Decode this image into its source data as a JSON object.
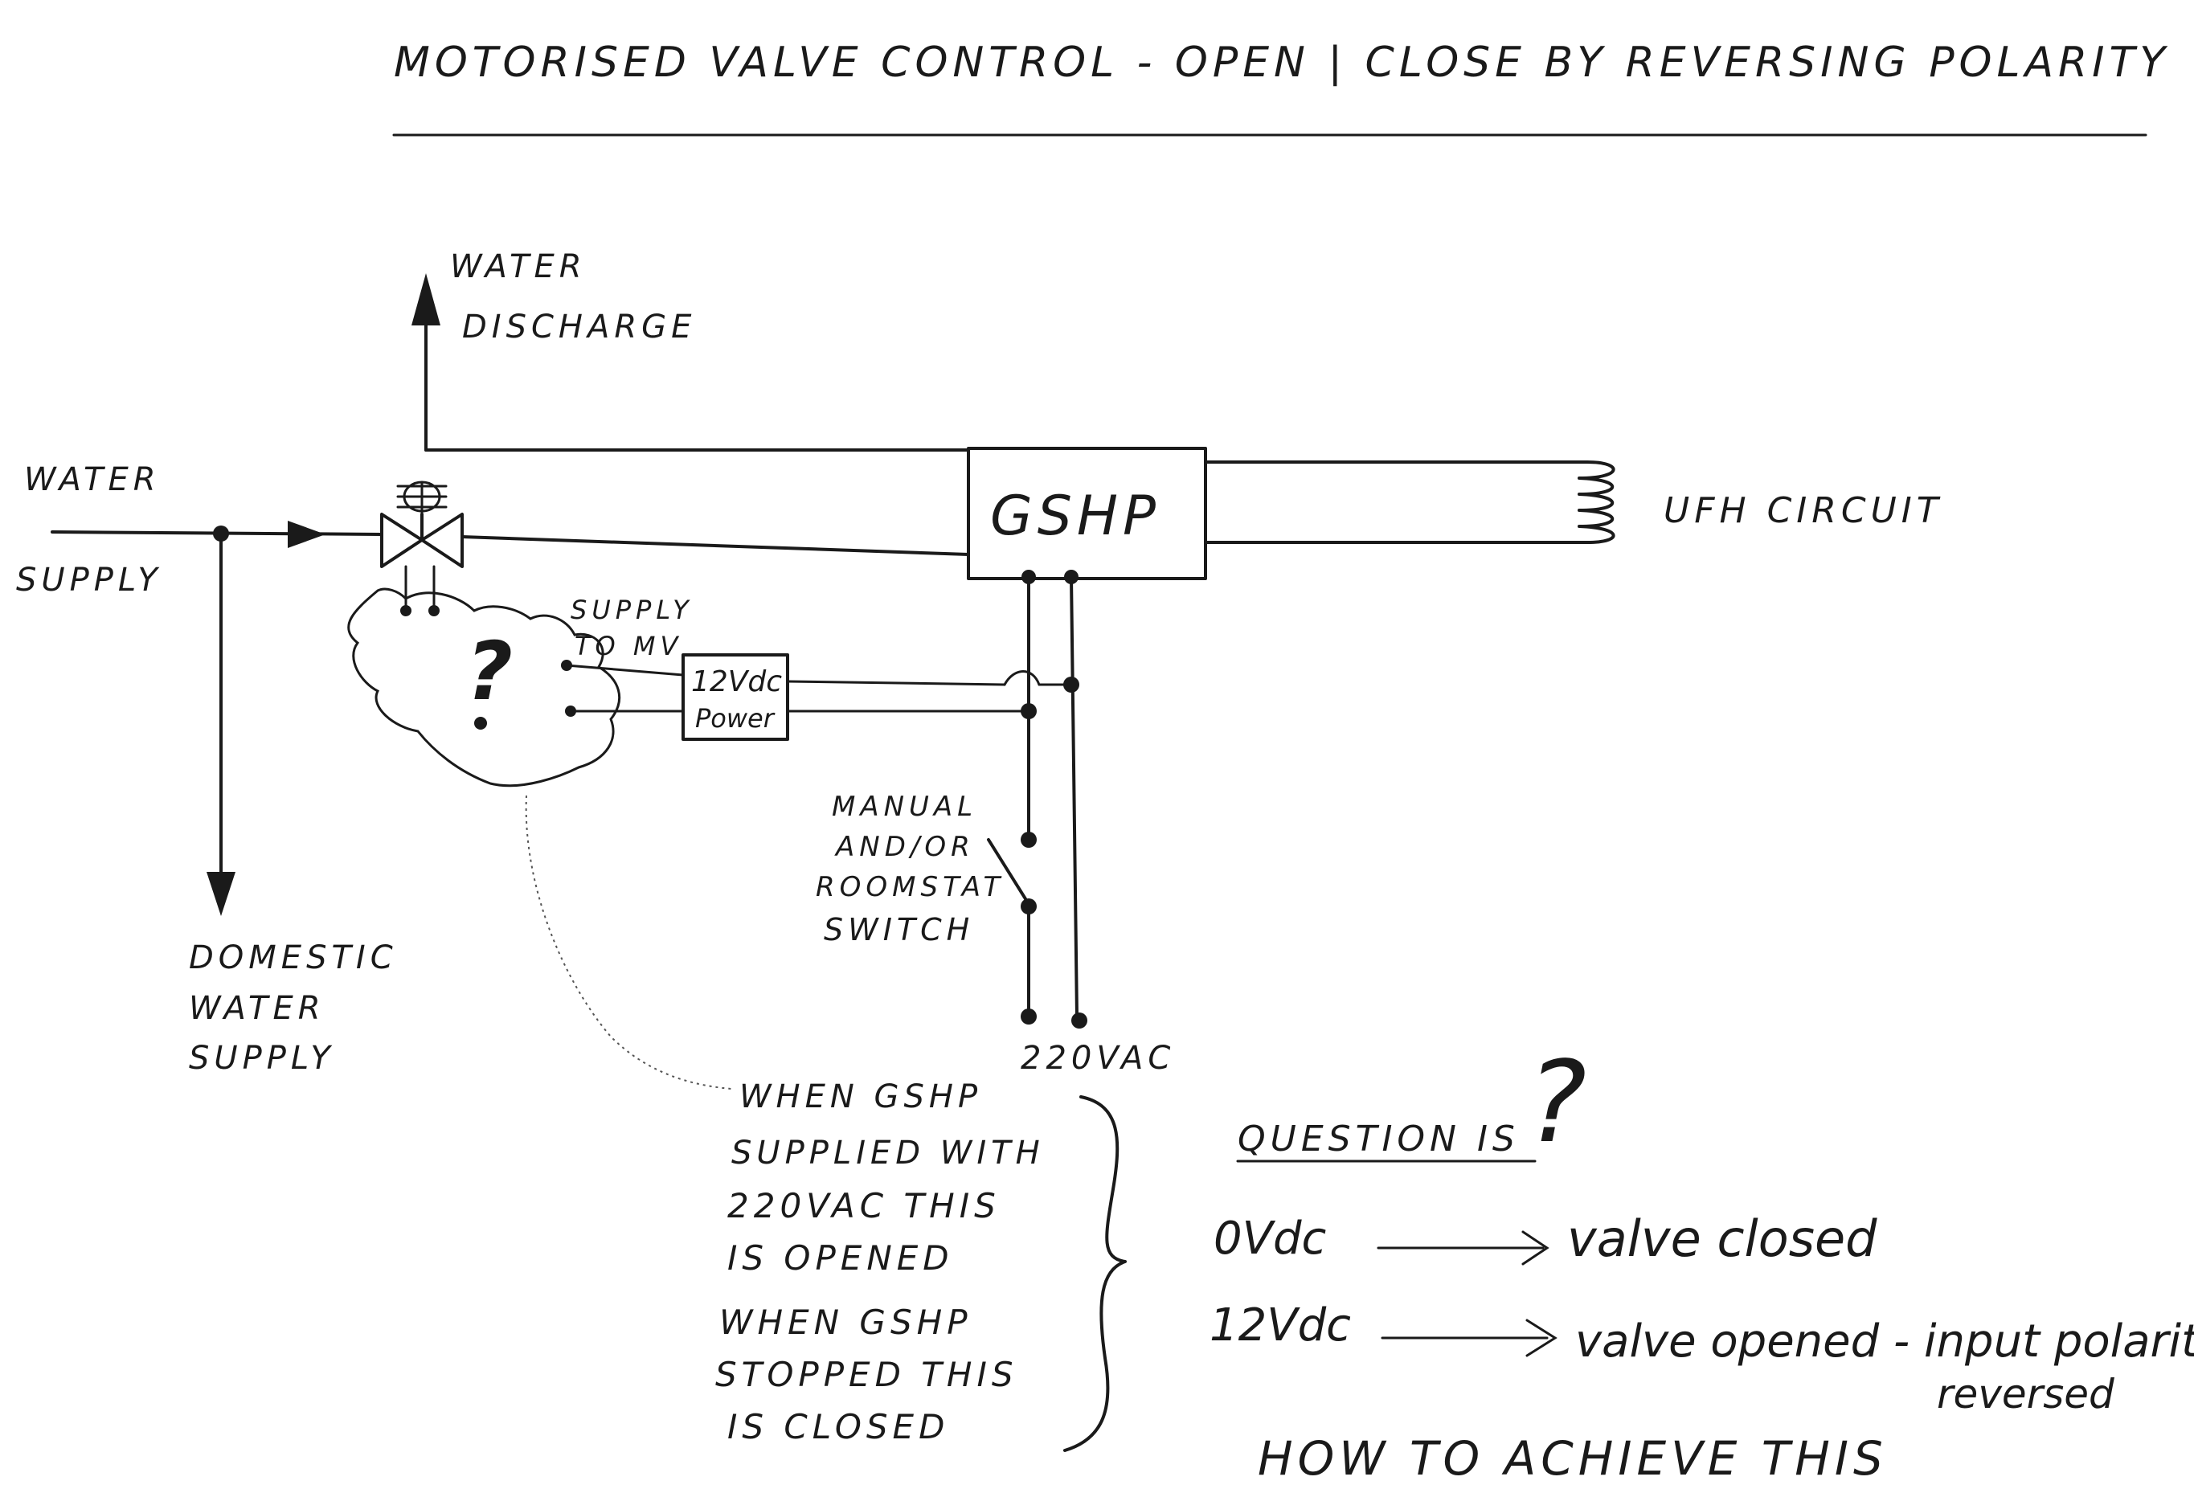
{
  "title": "MOTORISED VALVE CONTROL - OPEN | CLOSE BY REVERSING POLARITY",
  "labels": {
    "water_discharge_1": "WATER",
    "water_discharge_2": "DISCHARGE",
    "water_supply_1": "WATER",
    "water_supply_2": "SUPPLY",
    "gshp": "GSHP",
    "ufh_circuit": "UFH CIRCUIT",
    "supply_to_mv_1": "SUPPLY",
    "supply_to_mv_2": "TO MV",
    "psu_1": "12Vdc",
    "psu_2": "Power",
    "unknown_mark": "?",
    "switch_1": "MANUAL",
    "switch_2": "AND/OR",
    "switch_3": "ROOMSTAT",
    "switch_4": "SWITCH",
    "domestic_1": "DOMESTIC",
    "domestic_2": "WATER",
    "domestic_3": "SUPPLY",
    "mains": "220VAC"
  },
  "note": {
    "line1": "WHEN GSHP",
    "line2": "SUPPLIED WITH",
    "line3": "220VAC THIS",
    "line4": "IS OPENED",
    "line5": "WHEN GSHP",
    "line6": "STOPPED THIS",
    "line7": "IS CLOSED"
  },
  "question": {
    "heading": "QUESTION IS",
    "mark": "?",
    "row1_input": "0Vdc",
    "row1_result": "valve closed",
    "row2_input": "12Vdc",
    "row2_result": "valve opened - input polarity",
    "row2_result_cont": "reversed",
    "closing": "HOW TO ACHIEVE THIS"
  }
}
